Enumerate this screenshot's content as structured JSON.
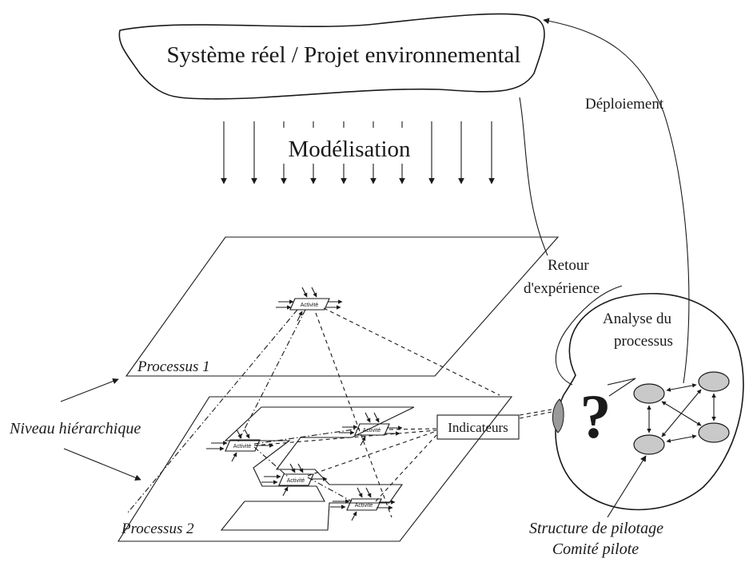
{
  "title_cloud": "Système réel / Projet environnemental",
  "modelisation": "Modélisation",
  "deploiement": "Déploiement",
  "retour_line1": "Retour",
  "retour_line2": "d'expérience",
  "analyse_line1": "Analyse du",
  "analyse_line2": "processus",
  "processus1": "Processus 1",
  "processus2": "Processus 2",
  "niveau": "Niveau hiérarchique",
  "indicateurs": "Indicateurs",
  "activite": "Activité",
  "question_mark": "?",
  "structure_line1": "Structure de pilotage",
  "structure_line2": "Comité pilote",
  "colors": {
    "ink": "#1a1a1a",
    "node_fill": "#c9c9c9",
    "background": "#ffffff"
  }
}
